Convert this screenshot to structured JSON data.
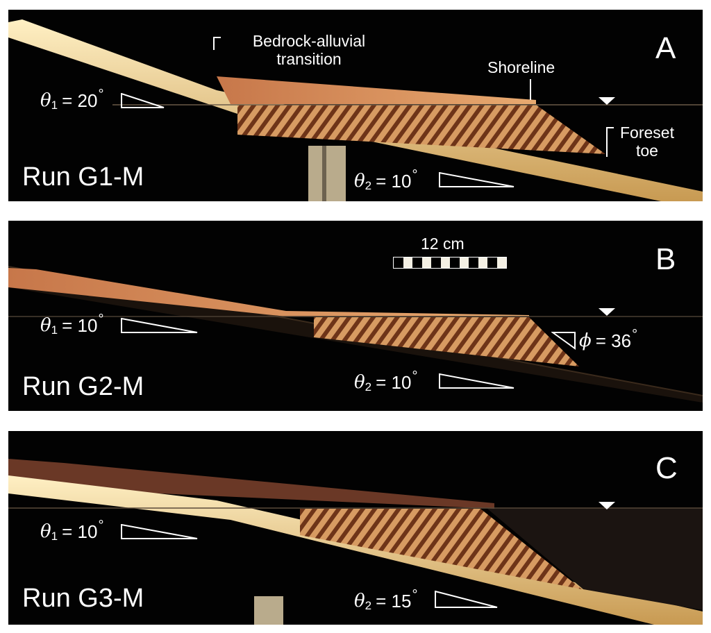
{
  "panels": [
    {
      "letter": "A",
      "run_label": "Run G1-M",
      "theta1": {
        "symbol": "θ",
        "subscript": "1",
        "value": "= 20",
        "degree": "°"
      },
      "theta2": {
        "symbol": "θ",
        "subscript": "2",
        "value": "= 10",
        "degree": "°"
      },
      "annotations": {
        "bedrock_transition": "Bedrock-alluvial transition",
        "shoreline": "Shoreline",
        "foreset_toe": "Foreset toe"
      }
    },
    {
      "letter": "B",
      "run_label": "Run G2-M",
      "theta1": {
        "symbol": "θ",
        "subscript": "1",
        "value": "= 10",
        "degree": "°"
      },
      "theta2": {
        "symbol": "θ",
        "subscript": "2",
        "value": "= 10",
        "degree": "°"
      },
      "phi": {
        "symbol": "ϕ",
        "value": "= 36",
        "degree": "°"
      },
      "scale_bar": {
        "label": "12 cm"
      }
    },
    {
      "letter": "C",
      "run_label": "Run G3-M",
      "theta1": {
        "symbol": "θ",
        "subscript": "1",
        "value": "= 10",
        "degree": "°"
      },
      "theta2": {
        "symbol": "θ",
        "subscript": "2",
        "value": "= 15",
        "degree": "°"
      }
    }
  ],
  "colors": {
    "background": "#020202",
    "sediment_light": "#e8c083",
    "sediment_dark": "#8a4a26",
    "bedrock_ramp": "#f2dfa8",
    "text": "#ffffff"
  }
}
